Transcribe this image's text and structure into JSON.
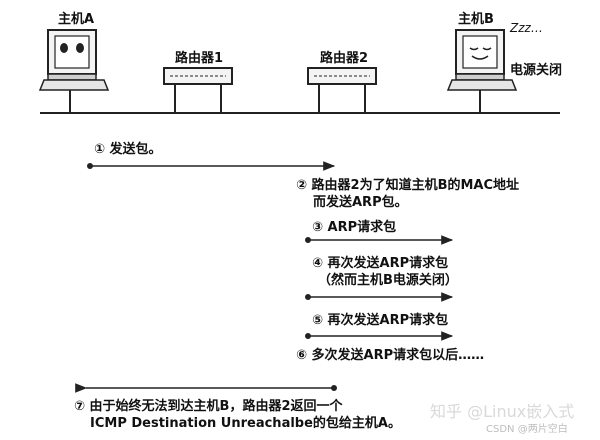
{
  "nodes": {
    "host_a": {
      "label": "主机A"
    },
    "router_1": {
      "label": "路由器1"
    },
    "router_2": {
      "label": "路由器2"
    },
    "host_b": {
      "label": "主机B",
      "sleep": "Zzz…",
      "status": "电源关闭"
    }
  },
  "steps": [
    {
      "id": 1,
      "text": "① 发送包。"
    },
    {
      "id": 2,
      "text": "② 路由器2为了知道主机B的MAC地址",
      "text2": "而发送ARP包。"
    },
    {
      "id": 3,
      "text": "③ ARP请求包"
    },
    {
      "id": 4,
      "text": "④ 再次发送ARP请求包",
      "text2": "（然而主机B电源关闭）"
    },
    {
      "id": 5,
      "text": "⑤ 再次发送ARP请求包"
    },
    {
      "id": 6,
      "text": "⑥ 多次发送ARP请求包以后……"
    },
    {
      "id": 7,
      "text": "⑦ 由于始终无法到达主机B，路由器2返回一个",
      "text2": "ICMP Destination Unreachalbe的包给主机A。"
    }
  ],
  "watermark": {
    "main": "知乎 @Linux嵌入式",
    "sub": "CSDN @两片空白"
  }
}
